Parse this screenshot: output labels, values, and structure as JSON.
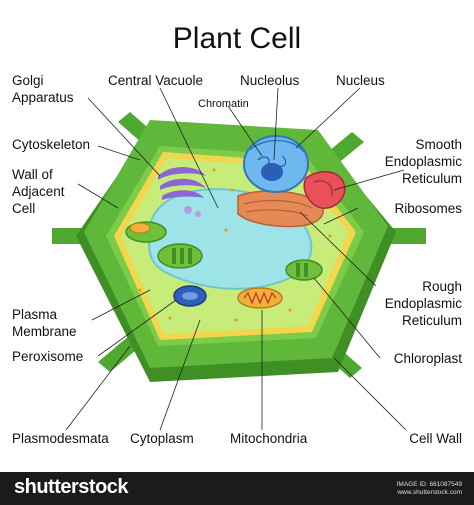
{
  "title": "Plant Cell",
  "labels": {
    "golgi": "Golgi",
    "golgi2": "Apparatus",
    "central_vacuole": "Central Vacuole",
    "nucleolus": "Nucleolus",
    "nucleus": "Nucleus",
    "chromatin": "Chromatin",
    "cytoskeleton": "Cytoskeleton",
    "wall_adjacent1": "Wall of",
    "wall_adjacent2": "Adjacent",
    "wall_adjacent3": "Cell",
    "smooth_er1": "Smooth",
    "smooth_er2": "Endoplasmic",
    "smooth_er3": "Reticulum",
    "ribosomes": "Ribosomes",
    "rough_er1": "Rough",
    "rough_er2": "Endoplasmic",
    "rough_er3": "Reticulum",
    "plasma1": "Plasma",
    "plasma2": "Membrane",
    "peroxisome": "Peroxisome",
    "chloroplast": "Chloroplast",
    "plasmodesmata": "Plasmodesmata",
    "cytoplasm": "Cytoplasm",
    "mitochondria": "Mitochondria",
    "cell_wall": "Cell Wall"
  },
  "footer": {
    "brand": "shutterstock",
    "image_id_line": "IMAGE ID: 661087549",
    "site_line": "www.shutterstock.com"
  },
  "colors": {
    "wall": "#5fb83a",
    "wall_dark": "#3f8f24",
    "membrane": "#f2d64e",
    "cytoplasm": "#c8ec7a",
    "vacuole": "#9ee3e8",
    "nucleus": "#6fb7ef",
    "golgi": "#8b67d6",
    "chloroplast": "#6fbf3a",
    "mitochondria": "#f0b13a",
    "rough_er": "#e58a56",
    "smooth_er": "#e8505a"
  }
}
